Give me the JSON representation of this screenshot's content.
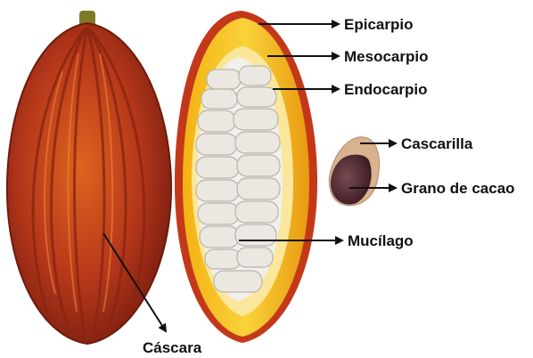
{
  "labels": {
    "epicarpio": "Epicarpio",
    "mesocarpio": "Mesocarpio",
    "endocarpio": "Endocarpio",
    "cascarilla": "Cascarilla",
    "grano": "Grano de cacao",
    "mucilago": "Mucílago",
    "cascara": "Cáscara"
  },
  "colors": {
    "pod_outer": "#b5371a",
    "pod_highlight": "#e0631f",
    "pod_shadow": "#7a1e10",
    "rind_yellow": "#f6c21a",
    "rind_inner": "#fbe79b",
    "mucilage": "#f1f0ec",
    "seed_tan": "#d9b28f",
    "bean_dark": "#5a2f38"
  }
}
